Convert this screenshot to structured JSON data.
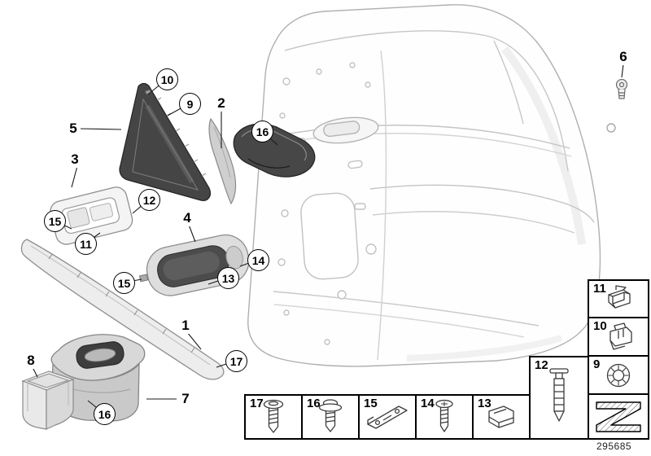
{
  "balloons": [
    {
      "label": "10"
    },
    {
      "label": "9"
    },
    {
      "label": "16"
    },
    {
      "label": "12"
    },
    {
      "label": "15"
    },
    {
      "label": "11"
    },
    {
      "label": "14"
    },
    {
      "label": "13"
    },
    {
      "label": "15"
    },
    {
      "label": "17"
    },
    {
      "label": "16"
    }
  ],
  "labels": [
    {
      "label": "2"
    },
    {
      "label": "6"
    },
    {
      "label": "5"
    },
    {
      "label": "3"
    },
    {
      "label": "4"
    },
    {
      "label": "1"
    },
    {
      "label": "8"
    },
    {
      "label": "7"
    }
  ],
  "legend": {
    "column": [
      {
        "label": "11",
        "icon": "spring-clip-icon"
      },
      {
        "label": "10",
        "icon": "retaining-clip-icon"
      },
      {
        "label": "9",
        "icon": "push-nut-icon"
      }
    ],
    "rivet_box": {
      "label": "12",
      "icon": "expansion-rivet-icon"
    },
    "row": [
      {
        "label": "17",
        "icon": "torx-screw-icon"
      },
      {
        "label": "16",
        "icon": "washer-screw-icon"
      },
      {
        "label": "15",
        "icon": "support-bracket-icon"
      },
      {
        "label": "14",
        "icon": "screw-icon"
      },
      {
        "label": "13",
        "icon": "sheet-metal-clip-icon"
      }
    ],
    "continuation_symbol": "z-hatch-symbol"
  },
  "footer": {
    "part_number": "295685"
  }
}
